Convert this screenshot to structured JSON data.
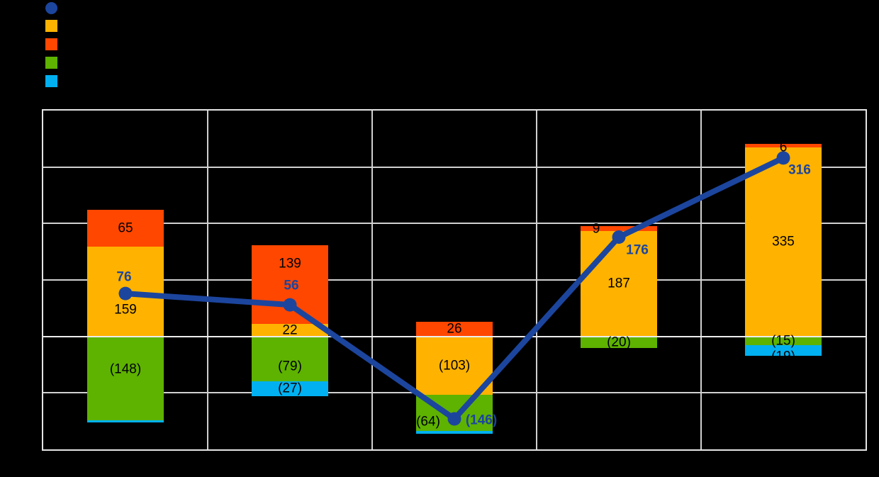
{
  "window": {
    "description": "Full-bleed chart image on black background, no visible title, axis tick labels or legend text (text is black on black)",
    "background": "#000000"
  },
  "legend": {
    "position": "top-left",
    "items": [
      {
        "name": "line-series-marker",
        "shape": "circle",
        "color": "#1C459E",
        "label": ""
      },
      {
        "name": "orange-series-marker",
        "shape": "square",
        "color": "#FFB300",
        "label": ""
      },
      {
        "name": "red-series-marker",
        "shape": "square",
        "color": "#FF4700",
        "label": ""
      },
      {
        "name": "green-series-marker",
        "shape": "square",
        "color": "#5EB200",
        "label": ""
      },
      {
        "name": "cyan-series-marker",
        "shape": "square",
        "color": "#00B0F0",
        "label": ""
      }
    ]
  },
  "chart_data": {
    "type": "combo: stacked bar (4 series) + line with circular markers",
    "title": "",
    "xlabel": "",
    "ylabel": "",
    "categories": [
      "",
      "",
      "",
      "",
      ""
    ],
    "ylim": [
      -200,
      400
    ],
    "y_gridline_step": 100,
    "grid": true,
    "axis_tick_labels_visible": false,
    "legend_position": "top-left",
    "bar_series": [
      {
        "name": "orange",
        "color": "#FFB300",
        "values": [
          159,
          22,
          -103,
          187,
          335
        ],
        "labels": [
          "159",
          "22",
          "(103)",
          "187",
          "335"
        ]
      },
      {
        "name": "red",
        "color": "#FF4700",
        "values": [
          65,
          139,
          26,
          9,
          6
        ],
        "labels": [
          "65",
          "139",
          "26",
          "9",
          "6"
        ]
      },
      {
        "name": "green",
        "color": "#5EB200",
        "values": [
          -148,
          -79,
          -64,
          -20,
          -15
        ],
        "labels": [
          "(148)",
          "(79)",
          "(64)",
          "(20)",
          "(15)"
        ]
      },
      {
        "name": "cyan",
        "color": "#00B0F0",
        "values": [
          -4,
          -27,
          -6,
          0,
          -19
        ],
        "labels": [
          "",
          "(27)",
          "",
          "",
          "(19)"
        ]
      }
    ],
    "line_series": {
      "name": "blue-line",
      "color": "#1C459E",
      "marker": "circle",
      "values": [
        76,
        56,
        -146,
        176,
        316
      ],
      "labels": [
        "76",
        "56",
        "(146)",
        "176",
        "316"
      ]
    },
    "colors": {
      "plot_background": "#000000",
      "gridline": "#D0D0D0",
      "plot_border": "#E5E5E5",
      "zero_axis_line": "#EDEDED",
      "bar_label_text": "#000000",
      "line_label_text": "#1C459E"
    }
  }
}
